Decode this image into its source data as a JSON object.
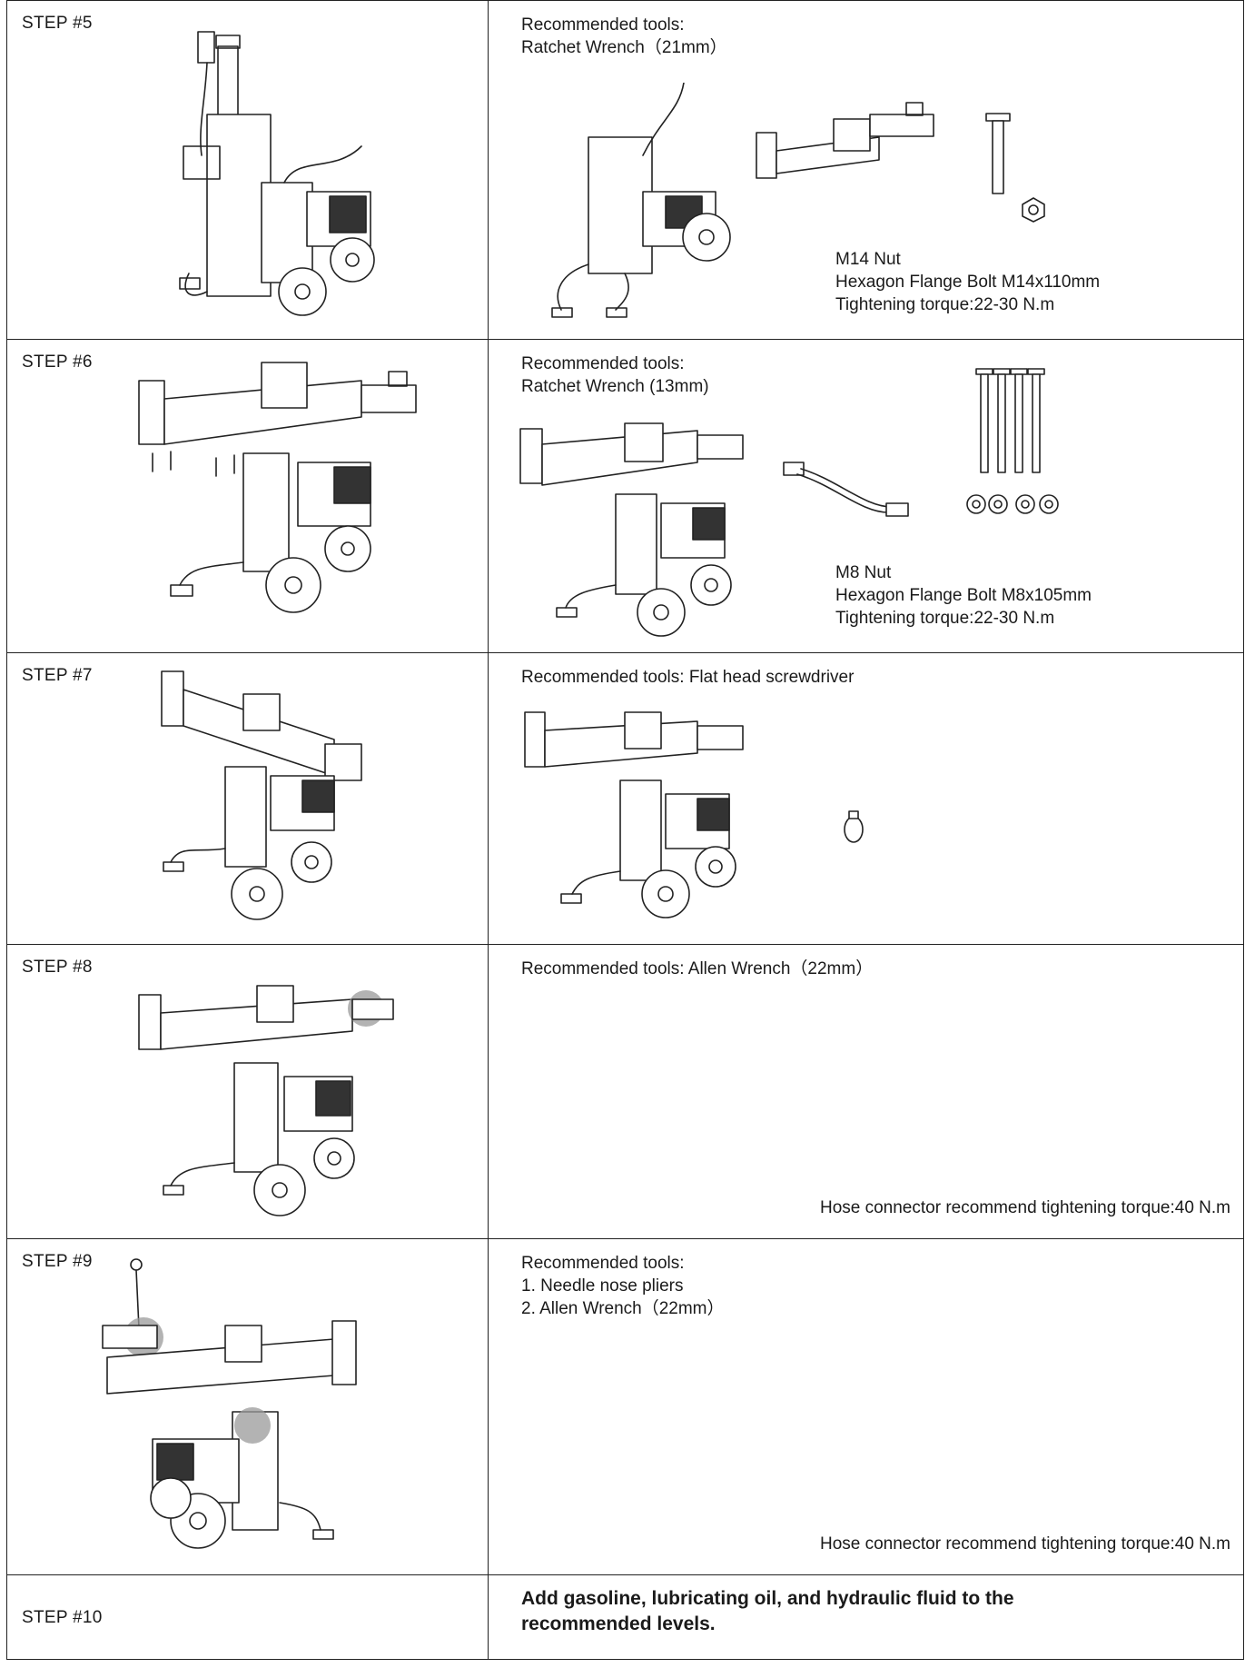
{
  "steps": [
    {
      "label": "STEP #5",
      "tools": "Recommended tools:\nRatchet Wrench（21mm）",
      "parts": "M14 Nut\nHexagon Flange Bolt M14x110mm\nTightening torque:22-30 N.m",
      "note": ""
    },
    {
      "label": "STEP #6",
      "tools": "Recommended tools:\nRatchet Wrench (13mm)",
      "parts": "M8 Nut\nHexagon Flange Bolt M8x105mm\nTightening torque:22-30 N.m",
      "note": ""
    },
    {
      "label": "STEP #7",
      "tools": "Recommended tools: Flat head screwdriver",
      "parts": "",
      "note": ""
    },
    {
      "label": "STEP #8",
      "tools": "Recommended tools: Allen Wrench（22mm）",
      "parts": "",
      "note": "Hose connector recommend tightening torque:40 N.m"
    },
    {
      "label": "STEP #9",
      "tools": "Recommended tools:\n1. Needle nose pliers\n2. Allen Wrench（22mm）",
      "parts": "",
      "note": "Hose connector recommend tightening torque:40 N.m"
    },
    {
      "label": "STEP #10",
      "final_instruction": "Add gasoline, lubricating oil, and hydraulic fluid to the recommended levels."
    }
  ],
  "illustrations": {
    "upright_splitter": "log-splitter-vertical-illustration",
    "horizontal_splitter": "log-splitter-horizontal-illustration",
    "beam_assembly": "beam-assembly-illustration",
    "handle": "tow-handle-illustration",
    "bolt": "flange-bolt-icon",
    "nut": "flange-nut-icon",
    "hose_clamp": "hose-clamp-icon",
    "highlight_color": "#9a9a9a"
  }
}
